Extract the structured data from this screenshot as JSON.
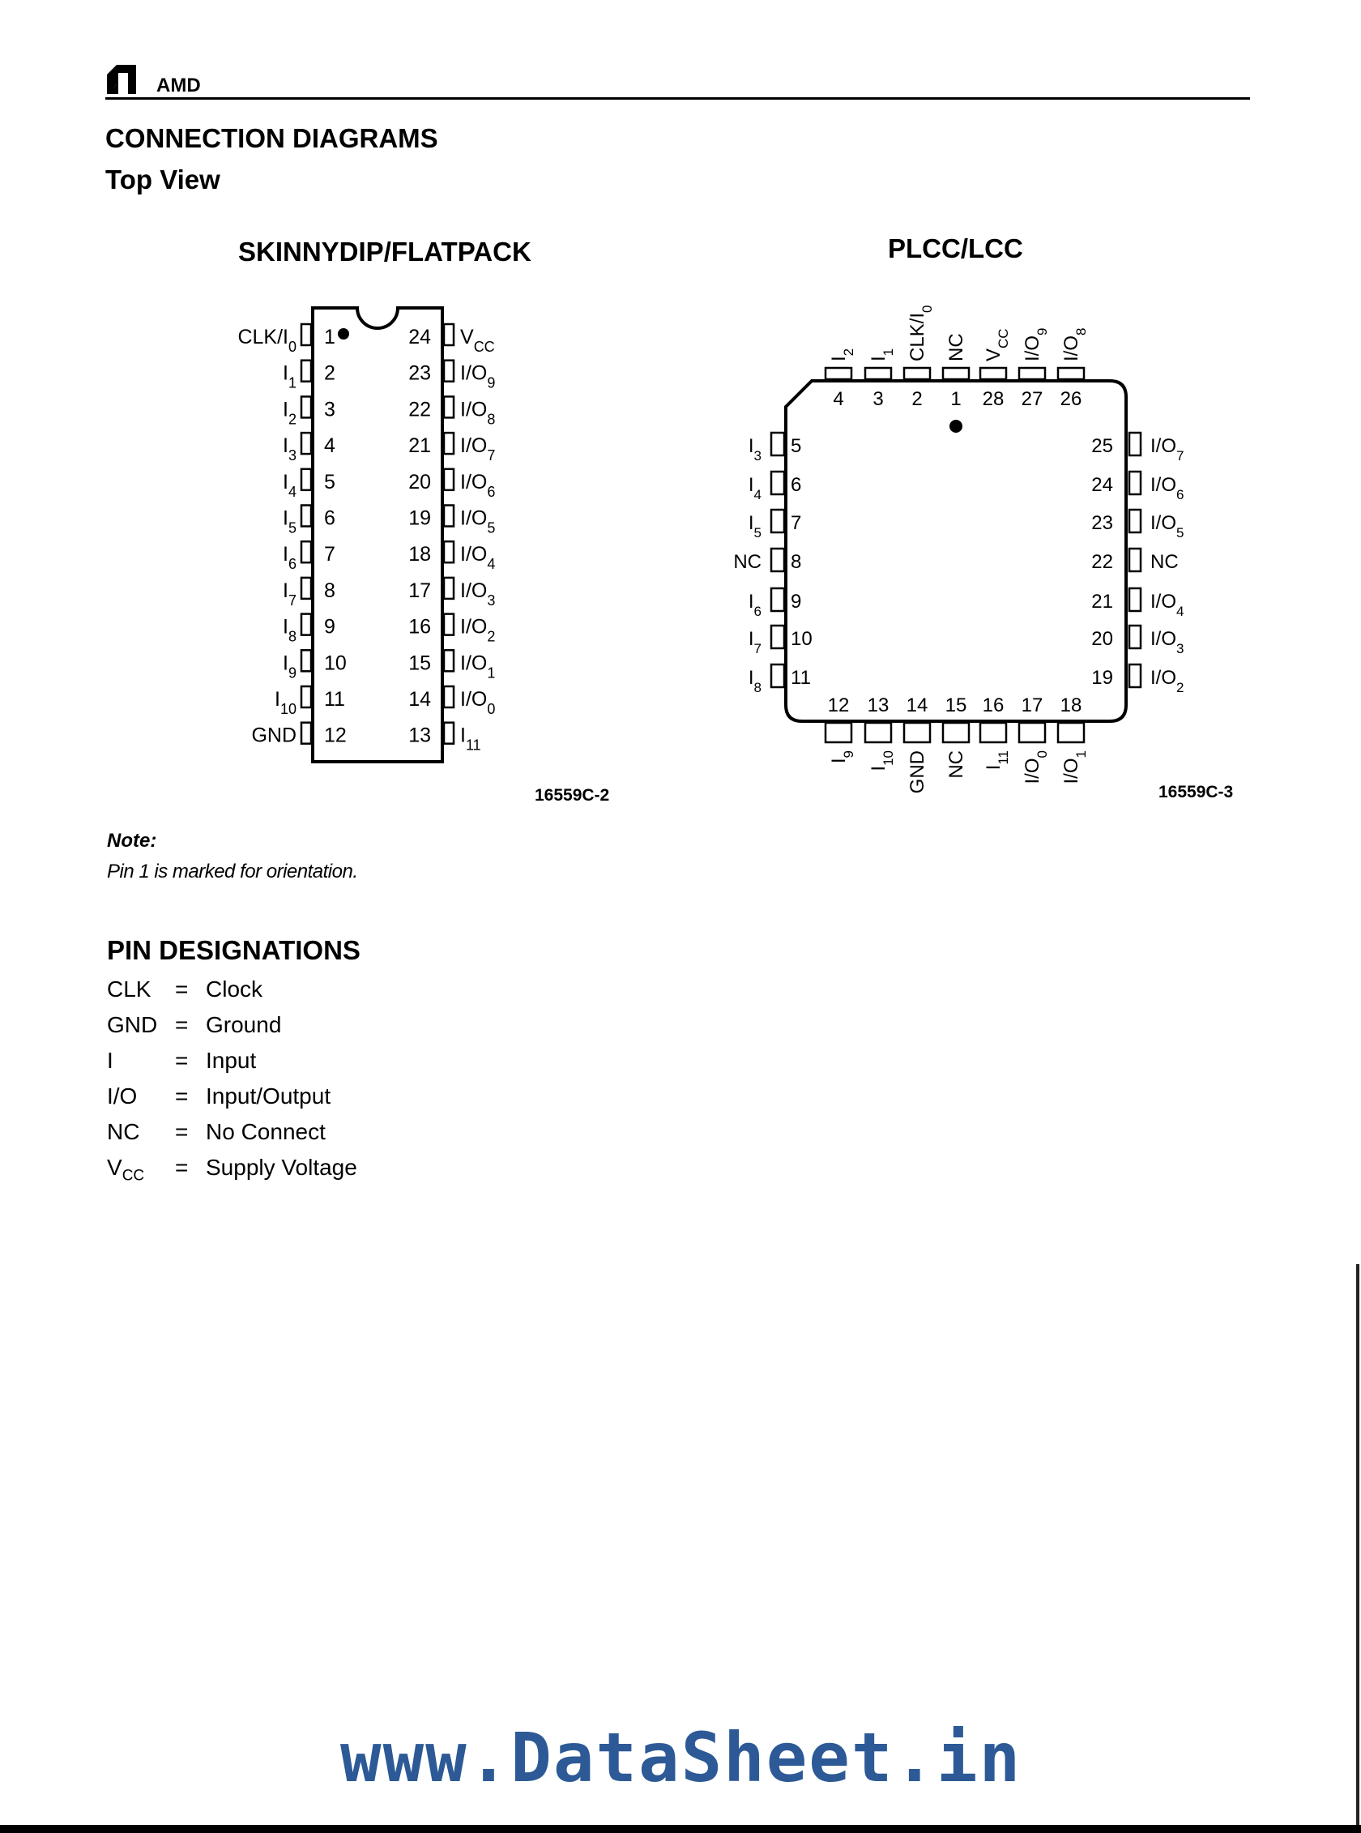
{
  "header": {
    "brand": "AMD"
  },
  "section": {
    "title": "CONNECTION DIAGRAMS",
    "subtitle": "Top View"
  },
  "dip": {
    "title": "SKINNYDIP/FLATPACK",
    "ref": "16559C-2",
    "left_pins": [
      {
        "num": "1",
        "label": "CLK/I",
        "sub": "0"
      },
      {
        "num": "2",
        "label": "I",
        "sub": "1"
      },
      {
        "num": "3",
        "label": "I",
        "sub": "2"
      },
      {
        "num": "4",
        "label": "I",
        "sub": "3"
      },
      {
        "num": "5",
        "label": "I",
        "sub": "4"
      },
      {
        "num": "6",
        "label": "I",
        "sub": "5"
      },
      {
        "num": "7",
        "label": "I",
        "sub": "6"
      },
      {
        "num": "8",
        "label": "I",
        "sub": "7"
      },
      {
        "num": "9",
        "label": "I",
        "sub": "8"
      },
      {
        "num": "10",
        "label": "I",
        "sub": "9"
      },
      {
        "num": "11",
        "label": "I",
        "sub": "10"
      },
      {
        "num": "12",
        "label": "GND",
        "sub": ""
      }
    ],
    "right_pins": [
      {
        "num": "24",
        "label": "V",
        "sub": "CC"
      },
      {
        "num": "23",
        "label": "I/O",
        "sub": "9"
      },
      {
        "num": "22",
        "label": "I/O",
        "sub": "8"
      },
      {
        "num": "21",
        "label": "I/O",
        "sub": "7"
      },
      {
        "num": "20",
        "label": "I/O",
        "sub": "6"
      },
      {
        "num": "19",
        "label": "I/O",
        "sub": "5"
      },
      {
        "num": "18",
        "label": "I/O",
        "sub": "4"
      },
      {
        "num": "17",
        "label": "I/O",
        "sub": "3"
      },
      {
        "num": "16",
        "label": "I/O",
        "sub": "2"
      },
      {
        "num": "15",
        "label": "I/O",
        "sub": "1"
      },
      {
        "num": "14",
        "label": "I/O",
        "sub": "0"
      },
      {
        "num": "13",
        "label": "I",
        "sub": "11"
      }
    ]
  },
  "plcc": {
    "title": "PLCC/LCC",
    "ref": "16559C-3",
    "top_pins": [
      {
        "num": "4",
        "label": "I",
        "sub": "2"
      },
      {
        "num": "3",
        "label": "I",
        "sub": "1"
      },
      {
        "num": "2",
        "label": "CLK/I",
        "sub": "0"
      },
      {
        "num": "1",
        "label": "NC",
        "sub": ""
      },
      {
        "num": "28",
        "label": "V",
        "sub": "CC"
      },
      {
        "num": "27",
        "label": "I/O",
        "sub": "9"
      },
      {
        "num": "26",
        "label": "I/O",
        "sub": "8"
      }
    ],
    "left_pins": [
      {
        "num": "5",
        "label": "I",
        "sub": "3"
      },
      {
        "num": "6",
        "label": "I",
        "sub": "4"
      },
      {
        "num": "7",
        "label": "I",
        "sub": "5"
      },
      {
        "num": "8",
        "label": "NC",
        "sub": ""
      },
      {
        "num": "9",
        "label": "I",
        "sub": "6"
      },
      {
        "num": "10",
        "label": "I",
        "sub": "7"
      },
      {
        "num": "11",
        "label": "I",
        "sub": "8"
      }
    ],
    "right_pins": [
      {
        "num": "25",
        "label": "I/O",
        "sub": "7"
      },
      {
        "num": "24",
        "label": "I/O",
        "sub": "6"
      },
      {
        "num": "23",
        "label": "I/O",
        "sub": "5"
      },
      {
        "num": "22",
        "label": "NC",
        "sub": ""
      },
      {
        "num": "21",
        "label": "I/O",
        "sub": "4"
      },
      {
        "num": "20",
        "label": "I/O",
        "sub": "3"
      },
      {
        "num": "19",
        "label": "I/O",
        "sub": "2"
      }
    ],
    "bottom_pins": [
      {
        "num": "12",
        "label": "I",
        "sub": "9"
      },
      {
        "num": "13",
        "label": "I",
        "sub": "10"
      },
      {
        "num": "14",
        "label": "GND",
        "sub": ""
      },
      {
        "num": "15",
        "label": "NC",
        "sub": ""
      },
      {
        "num": "16",
        "label": "I",
        "sub": "11"
      },
      {
        "num": "17",
        "label": "I/O",
        "sub": "0"
      },
      {
        "num": "18",
        "label": "I/O",
        "sub": "1"
      }
    ]
  },
  "note": {
    "title": "Note:",
    "text": "Pin 1 is marked for orientation."
  },
  "pin_designations": {
    "title": "PIN DESIGNATIONS",
    "rows": [
      {
        "symbol": "CLK",
        "sub": "",
        "eq": "=",
        "desc": "Clock"
      },
      {
        "symbol": "GND",
        "sub": "",
        "eq": "=",
        "desc": "Ground"
      },
      {
        "symbol": "I",
        "sub": "",
        "eq": "=",
        "desc": "Input"
      },
      {
        "symbol": "I/O",
        "sub": "",
        "eq": "=",
        "desc": "Input/Output"
      },
      {
        "symbol": "NC",
        "sub": "",
        "eq": "=",
        "desc": "No Connect"
      },
      {
        "symbol": "V",
        "sub": "CC",
        "eq": "=",
        "desc": "Supply Voltage"
      }
    ]
  },
  "watermark": "www.DataSheet.in"
}
